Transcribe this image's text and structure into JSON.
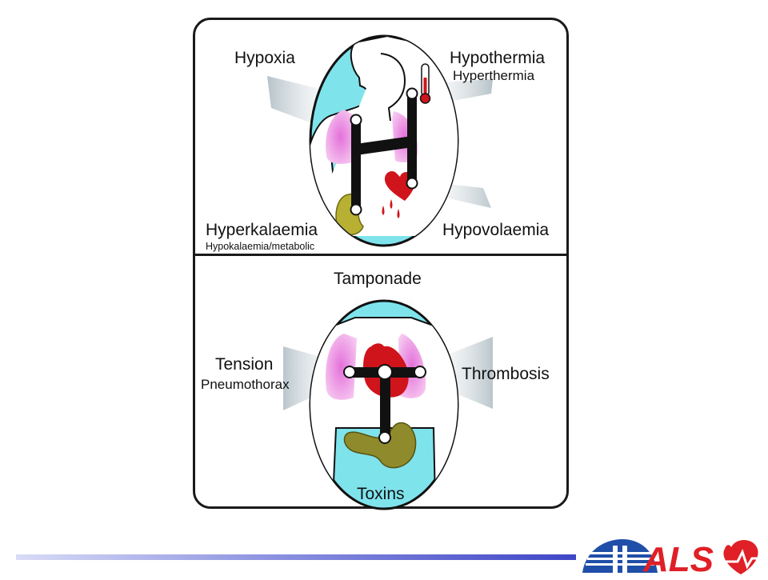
{
  "upper_panel": {
    "labels": {
      "hypoxia": "Hypoxia",
      "hypothermia": "Hypothermia",
      "hyperthermia": "Hyperthermia",
      "hyperkalaemia": "Hyperkalaemia",
      "hypokalaemia": "Hypokalaemia/metabolic",
      "hypovolaemia": "Hypovolaemia"
    },
    "letter": "H"
  },
  "lower_panel": {
    "labels": {
      "tamponade": "Tamponade",
      "tension": "Tension",
      "pneumothorax": "Pneumothorax",
      "thrombosis": "Thrombosis",
      "toxins": "Toxins"
    },
    "letter": "T"
  },
  "colors": {
    "oval_fill": "#7fe3ec",
    "lung_pink": "#f0a6e6",
    "heart_red": "#d0141c",
    "kidney_olive": "#b7b033",
    "footer_bar": "#3f46c7",
    "logo_blue": "#1f4fa8",
    "logo_red": "#e01f26"
  },
  "logo": {
    "text": "ALS"
  }
}
